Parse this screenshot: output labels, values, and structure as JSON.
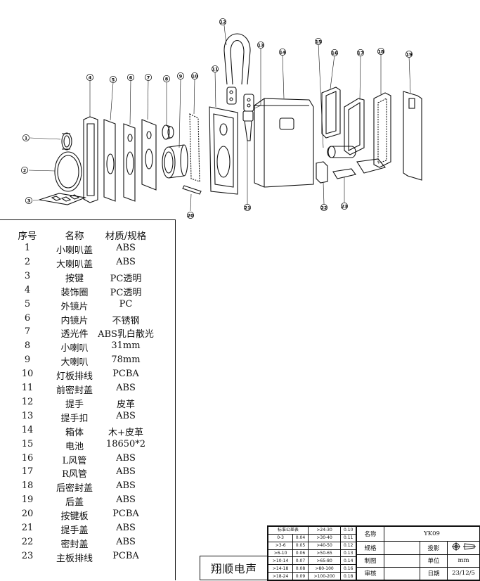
{
  "callouts": [
    "1",
    "2",
    "3",
    "4",
    "5",
    "6",
    "7",
    "8",
    "9",
    "10",
    "11",
    "12",
    "13",
    "14",
    "15",
    "16",
    "17",
    "18",
    "19",
    "20",
    "21",
    "22",
    "23"
  ],
  "bom": {
    "headers": [
      "序号",
      "名称",
      "材质/规格"
    ],
    "rows": [
      [
        "1",
        "小喇叭盖",
        "ABS"
      ],
      [
        "2",
        "大喇叭盖",
        "ABS"
      ],
      [
        "3",
        "按键",
        "PC透明"
      ],
      [
        "4",
        "装饰圈",
        "PC透明"
      ],
      [
        "5",
        "外镜片",
        "PC"
      ],
      [
        "6",
        "内镜片",
        "不锈钢"
      ],
      [
        "7",
        "透光件",
        "ABS乳白散光"
      ],
      [
        "8",
        "小喇叭",
        "31mm"
      ],
      [
        "9",
        "大喇叭",
        "78mm"
      ],
      [
        "10",
        "灯板排线",
        "PCBA"
      ],
      [
        "11",
        "前密封盖",
        "ABS"
      ],
      [
        "12",
        "提手",
        "皮革"
      ],
      [
        "13",
        "提手扣",
        "ABS"
      ],
      [
        "14",
        "箱体",
        "木+皮革"
      ],
      [
        "15",
        "电池",
        "18650*2"
      ],
      [
        "16",
        "L风管",
        "ABS"
      ],
      [
        "17",
        "R风管",
        "ABS"
      ],
      [
        "18",
        "后密封盖",
        "ABS"
      ],
      [
        "19",
        "后盖",
        "ABS"
      ],
      [
        "20",
        "按键板",
        "PCBA"
      ],
      [
        "21",
        "提手盖",
        "ABS"
      ],
      [
        "22",
        "密封盖",
        "ABS"
      ],
      [
        "23",
        "主板排线",
        "PCBA"
      ]
    ]
  },
  "title_block": {
    "company": "翔顺电声",
    "tolerance_title": "标准公差表",
    "tolerance_left": [
      [
        "0-3",
        "0.04"
      ],
      [
        ">3-6",
        "0.05"
      ],
      [
        ">6-10",
        "0.06"
      ],
      [
        ">10-14",
        "0.07"
      ],
      [
        ">14-18",
        "0.08"
      ],
      [
        ">18-24",
        "0.09"
      ]
    ],
    "tolerance_right": [
      [
        ">24-30",
        "0.10"
      ],
      [
        ">30-40",
        "0.11"
      ],
      [
        ">40-50",
        "0.12"
      ],
      [
        ">50-65",
        "0.13"
      ],
      [
        ">65-80",
        "0.14"
      ],
      [
        ">80-100",
        "0.16"
      ],
      [
        ">100-200",
        "0.18"
      ]
    ],
    "name_label": "名称",
    "name_value": "YK09",
    "spec_label": "规格",
    "projection_label": "投影",
    "make_label": "制图",
    "unit_label": "单位",
    "unit_value": "mm",
    "review_label": "审核",
    "date_label": "日期",
    "date_value": "23/12/5"
  }
}
